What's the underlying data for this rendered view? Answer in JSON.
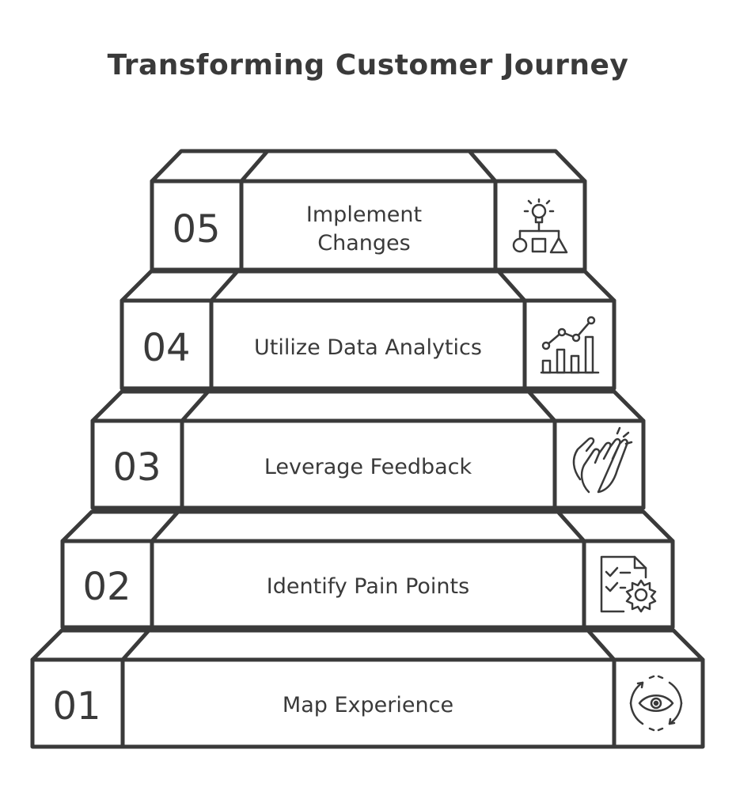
{
  "title": "Transforming Customer Journey",
  "colors": {
    "stroke": "#3a3a3a",
    "fill": "#ffffff",
    "text": "#3a3a3a"
  },
  "steps": [
    {
      "number": "05",
      "label_lines": [
        "Implement",
        "Changes"
      ],
      "icon": "lightbulb-shapes-icon"
    },
    {
      "number": "04",
      "label_lines": [
        "Utilize Data Analytics"
      ],
      "icon": "analytics-chart-icon"
    },
    {
      "number": "03",
      "label_lines": [
        "Leverage Feedback"
      ],
      "icon": "clapping-hands-icon"
    },
    {
      "number": "02",
      "label_lines": [
        "Identify Pain Points"
      ],
      "icon": "checklist-gear-icon"
    },
    {
      "number": "01",
      "label_lines": [
        "Map Experience"
      ],
      "icon": "eye-cycle-icon"
    }
  ]
}
